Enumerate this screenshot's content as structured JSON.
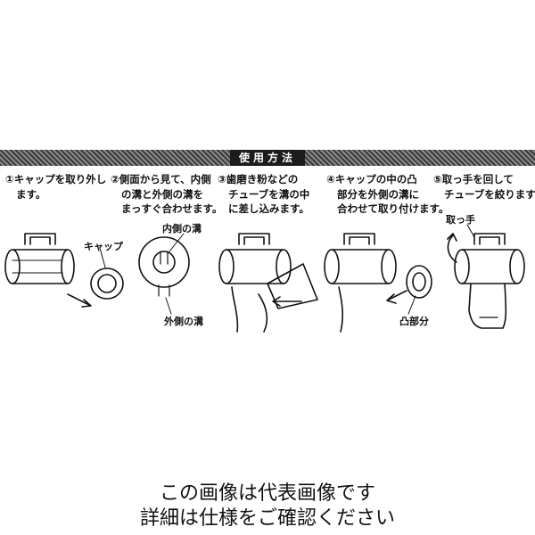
{
  "header": {
    "title": "使用方法"
  },
  "steps": [
    {
      "lines": [
        "①キャップを取り外し",
        "ます。"
      ]
    },
    {
      "lines": [
        "②側面から見て、内側",
        "の溝と外側の溝を",
        "まっすぐ合わせます。"
      ]
    },
    {
      "lines": [
        "③歯磨き粉などの",
        "チューブを溝の中",
        "に差し込みます。"
      ]
    },
    {
      "lines": [
        "④キャップの中の凸",
        "部分を外側の溝に",
        "合わせて取り付けます。"
      ]
    },
    {
      "lines": [
        "⑤取っ手を回して",
        "チューブを絞ります。"
      ]
    }
  ],
  "callouts": {
    "cap": "キャップ",
    "inner_groove": "内側の溝",
    "outer_groove": "外側の溝",
    "protrusion": "凸部分",
    "handle": "取っ手"
  },
  "footer": {
    "line1": "この画像は代表画像です",
    "line2": "詳細は仕様をご確認ください"
  },
  "colors": {
    "ink": "#111111",
    "band_dark": "#3a3a3a",
    "band_light": "#8a8a8a",
    "fill": "#dddddd"
  }
}
